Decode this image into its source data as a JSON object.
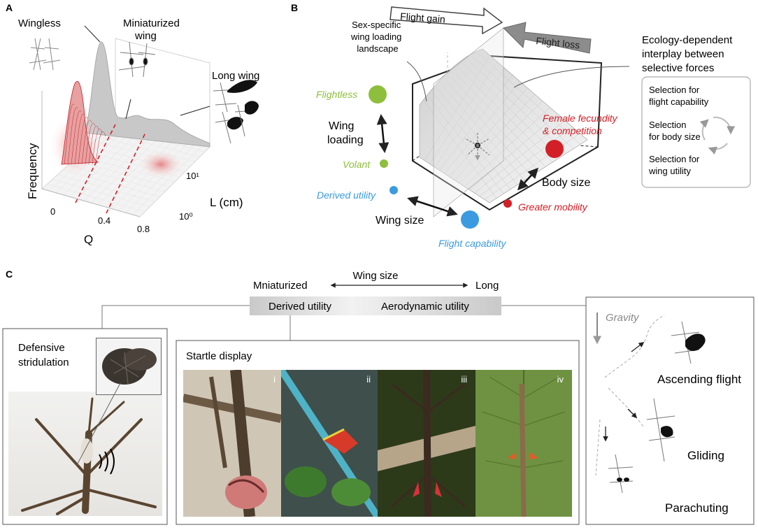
{
  "panelA": {
    "letter": "A",
    "labels": {
      "wingless": "Wingless",
      "miniaturized": "Miniaturized\nwing",
      "longwing": "Long wing",
      "frequency": "Frequency",
      "lcm": "L (cm)",
      "q": "Q"
    },
    "q_ticks": [
      "0",
      "0.4",
      "0.8"
    ],
    "l_ticks": [
      "10¹",
      "10⁰"
    ],
    "accent_red": "#d32027"
  },
  "panelB": {
    "letter": "B",
    "arrows": {
      "gain": "Flight gain",
      "loss": "Flight loss"
    },
    "landscape_label": "Sex-specific\nwing loading\nlandscape",
    "ecology_label": "Ecology-dependent\ninterplay between\nselective forces",
    "selection_box": [
      "Selection for\nflight capability",
      "Selection\nfor body size",
      "Selection for\nwing utility"
    ],
    "axis_labels": {
      "wing_loading": "Wing\nloading",
      "body_size": "Body size",
      "wing_size": "Wing size"
    },
    "points": {
      "flightless": "Flightless",
      "volant": "Volant",
      "derived": "Derived utility",
      "flight_capability": "Flight capability",
      "female": "Female fecundity\n& competition",
      "mobility": "Greater mobility"
    },
    "colors": {
      "green": "#8dbf3c",
      "blue": "#3c9be0",
      "red": "#d32027"
    }
  },
  "panelC": {
    "letter": "C",
    "wing_size": "Wing size",
    "mniaturized": "Mniaturized",
    "long": "Long",
    "derived_utility": "Derived utility",
    "aerodynamic_utility": "Aerodynamic utility",
    "defensive": "Defensive\nstridulation",
    "startle": "Startle display",
    "photo_labels": [
      "i",
      "ii",
      "iii",
      "iv"
    ],
    "gravity": "Gravity",
    "ascending": "Ascending flight",
    "gliding": "Gliding",
    "parachuting": "Parachuting"
  }
}
